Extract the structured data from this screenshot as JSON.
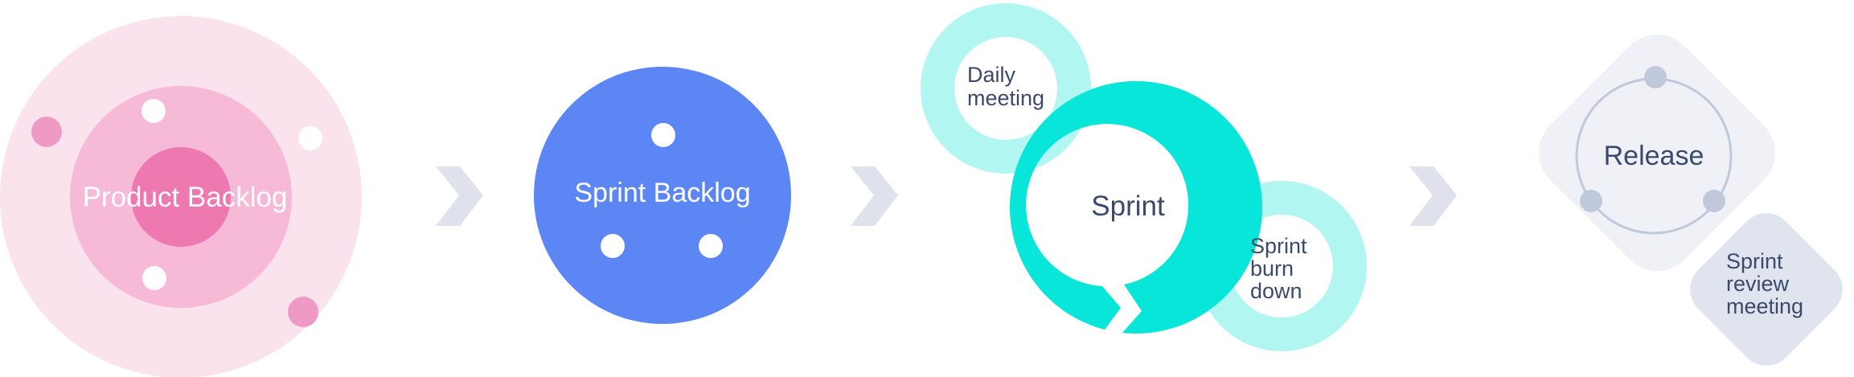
{
  "stages": {
    "product_backlog": {
      "label": "Product Backlog"
    },
    "sprint_backlog": {
      "label": "Sprint Backlog"
    },
    "daily_meeting": {
      "line1": "Daily",
      "line2": "meeting"
    },
    "sprint": {
      "label": "Sprint"
    },
    "sprint_burn_down": {
      "line1": "Sprint",
      "line2": "burn",
      "line3": "down"
    },
    "release": {
      "label": "Release"
    },
    "sprint_review_meeting": {
      "line1": "Sprint",
      "line2": "review",
      "line3": "meeting"
    }
  },
  "icons": [
    "chevron-right-icon",
    "chevron-right-icon",
    "chevron-right-icon"
  ],
  "colors": {
    "pink_outer": "#fbe3ee",
    "pink_mid": "#f6b9d6",
    "pink_inner": "#ee78b0",
    "pink_dot": "#ef9ac4",
    "blue": "#5b86f4",
    "teal": "#07e6d8",
    "teal_light": "#b2f6f2",
    "grey_diamond": "#eff1f6",
    "grey_diamond_dark": "#dde2ed",
    "release_ring": "#c0c8dc",
    "chevron": "#dfe2ec",
    "text_dark": "#3b4a6b"
  }
}
